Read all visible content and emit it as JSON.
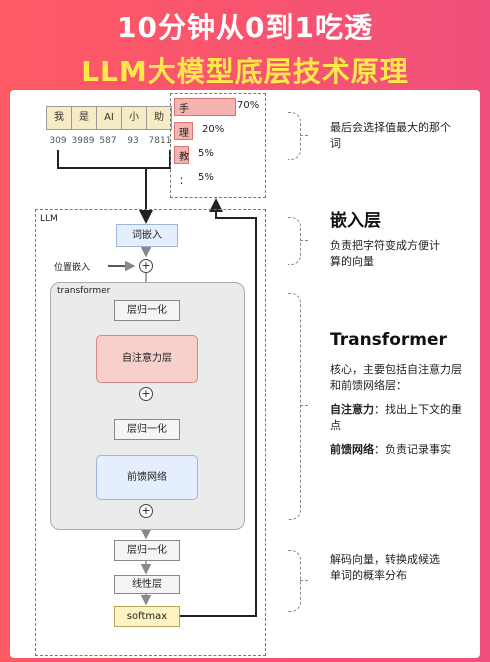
{
  "header": {
    "title_line1": "10分钟从0到1吃透",
    "title_line2": "LLM大模型底层技术原理"
  },
  "tokens": [
    {
      "text": "我",
      "id": "309"
    },
    {
      "text": "是",
      "id": "3989"
    },
    {
      "text": "AI",
      "id": "587"
    },
    {
      "text": "小",
      "id": "93"
    },
    {
      "text": "助",
      "id": "7811"
    }
  ],
  "candidates": [
    {
      "char": "手",
      "pct": "70%",
      "value": 70
    },
    {
      "char": "理",
      "pct": "20%",
      "value": 20
    },
    {
      "char": "教",
      "pct": "5%",
      "value": 5
    },
    {
      "char": "：",
      "pct": "5%",
      "value": 5
    }
  ],
  "diagram": {
    "llm_label": "LLM",
    "embed_block": "词嵌入",
    "pos_embed": "位置嵌入",
    "transformer_label": "transformer",
    "norm1": "层归一化",
    "attention": "自注意力层",
    "norm2": "层归一化",
    "ffn": "前馈网络",
    "norm3": "层归一化",
    "linear": "线性层",
    "softmax": "softmax",
    "plus": "+"
  },
  "annotations": {
    "select": "最后会选择值最大的那个词",
    "embed_head": "嵌入层",
    "embed_desc": "负责把字符变成方便计算的向量",
    "tf_head": "Transformer",
    "tf_core": "核心，主要包括自注意力层和前馈网络层：",
    "attn_key": "自注意力",
    "attn_desc": "：找出上下文的重点",
    "ffn_key": "前馈网络",
    "ffn_desc": "：负责记录事实",
    "decode": "解码向量，转换成候选单词的概率分布"
  },
  "colors": {
    "background": "#f8546e",
    "title_white": "#ffffff",
    "title_yellow": "#ffe94a",
    "attention_fill": "#f7cfcb",
    "ffn_fill": "#e4eefc",
    "token_fill": "#f5ecc5",
    "bar_fill": "#f6b3b0"
  }
}
